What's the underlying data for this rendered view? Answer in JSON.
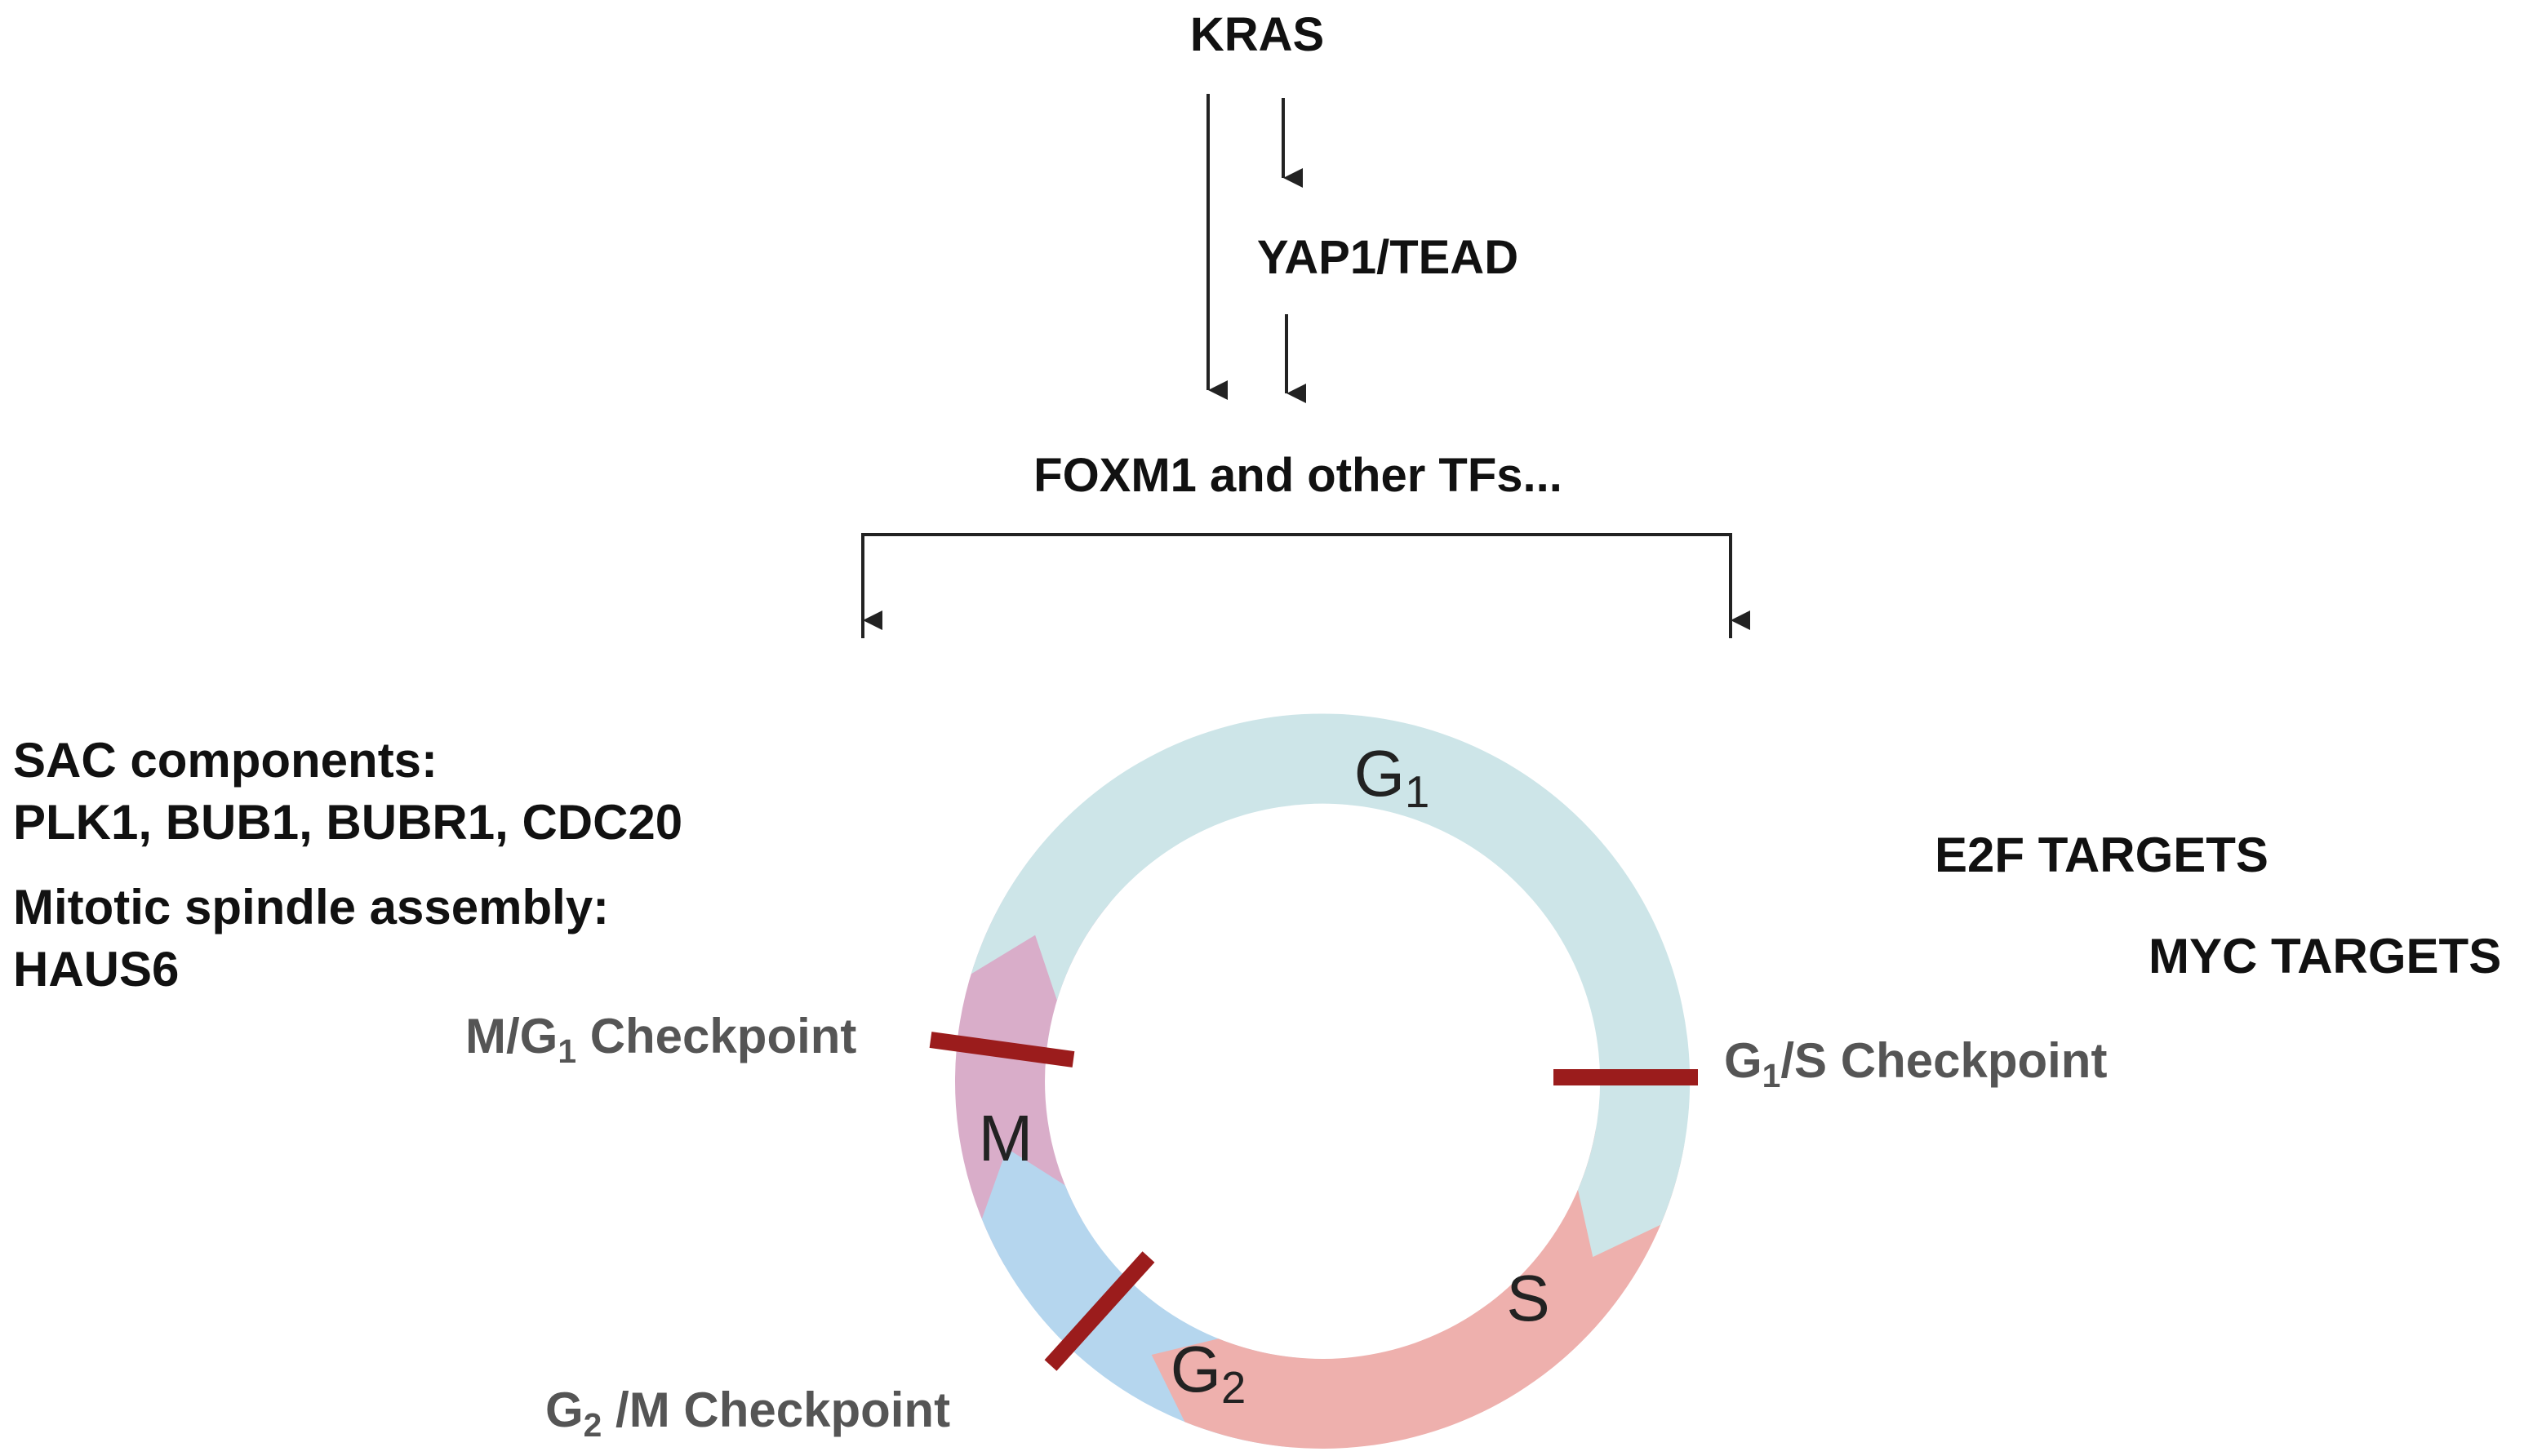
{
  "pathway": {
    "kras": "KRAS",
    "yap": "YAP1/TEAD",
    "foxm1": "FOXM1 and other TFs..."
  },
  "left_panel": {
    "sac_heading": "SAC components:",
    "sac_genes": "PLK1, BUB1, BUBR1, CDC20",
    "spindle_heading": "Mitotic spindle  assembly:",
    "spindle_genes": "HAUS6"
  },
  "right_panel": {
    "e2f": "E2F TARGETS",
    "myc": "MYC TARGETS"
  },
  "cycle": {
    "phases": {
      "g1": {
        "letter": "G",
        "sub": "1"
      },
      "s": "S",
      "g2": {
        "letter": "G",
        "sub": "2"
      },
      "m": "M"
    },
    "checkpoints": {
      "g1s": {
        "pre": "G",
        "sub": "1",
        "post": "/S Checkpoint"
      },
      "g2m": {
        "pre": "G",
        "sub": "2",
        "post": " /M Checkpoint"
      },
      "mg1": {
        "pre": "M/G",
        "sub": "1",
        "post": " Checkpoint"
      }
    },
    "colors": {
      "g1": "#cde5e8",
      "s": "#eeb0ad",
      "g2": "#b5d6ee",
      "m": "#d9adc9",
      "checkpoint": "#9b1c1c",
      "arrow": "#222222"
    }
  }
}
